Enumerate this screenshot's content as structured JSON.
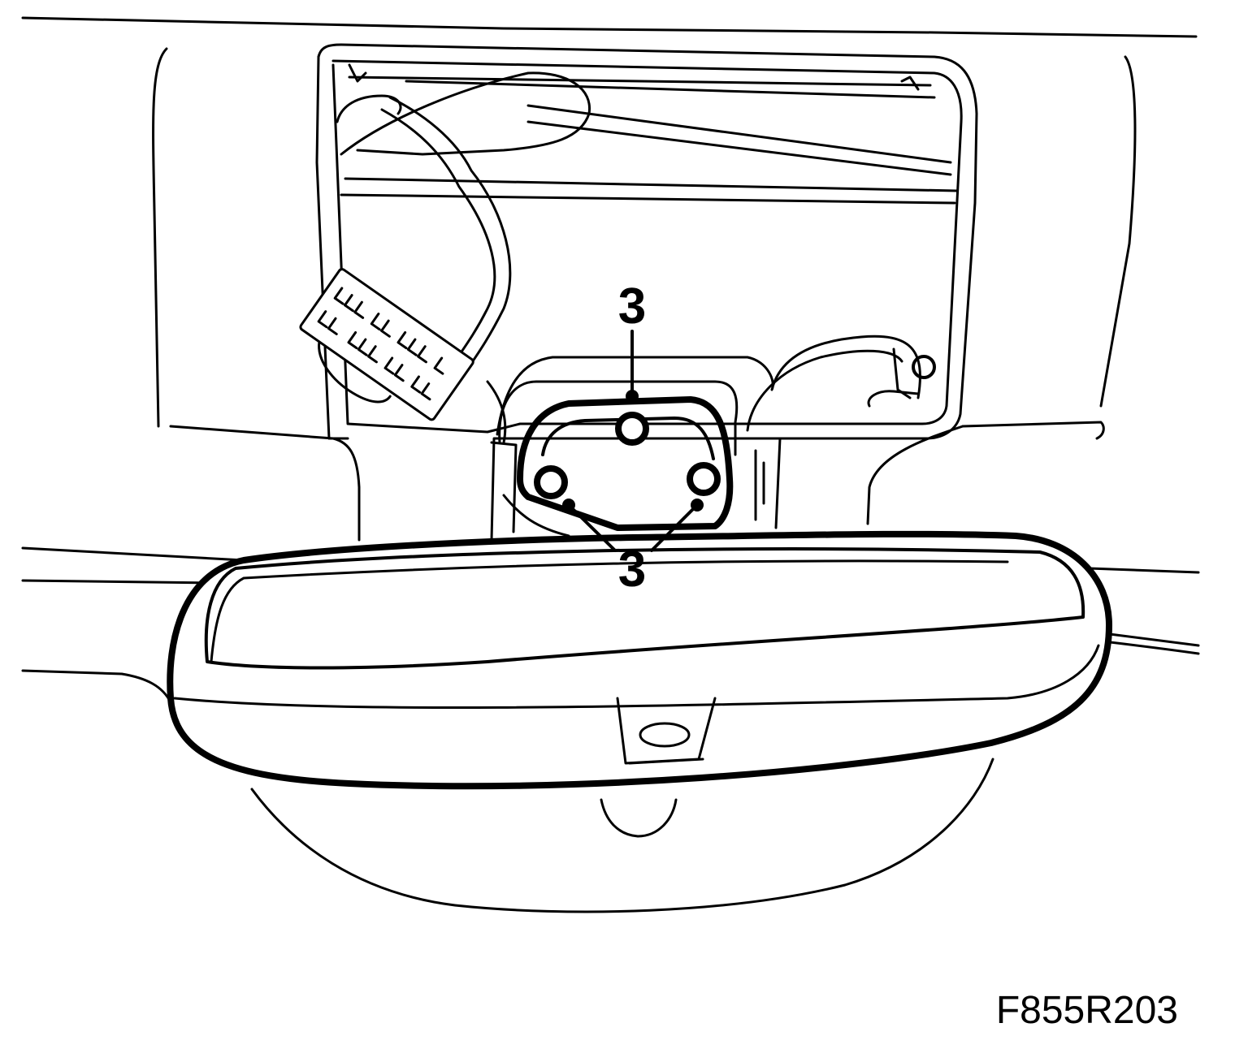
{
  "callouts": {
    "top_label": "3",
    "bottom_label": "3"
  },
  "figure_id": "F855R203",
  "colors": {
    "line": "#000000",
    "background": "#ffffff"
  }
}
